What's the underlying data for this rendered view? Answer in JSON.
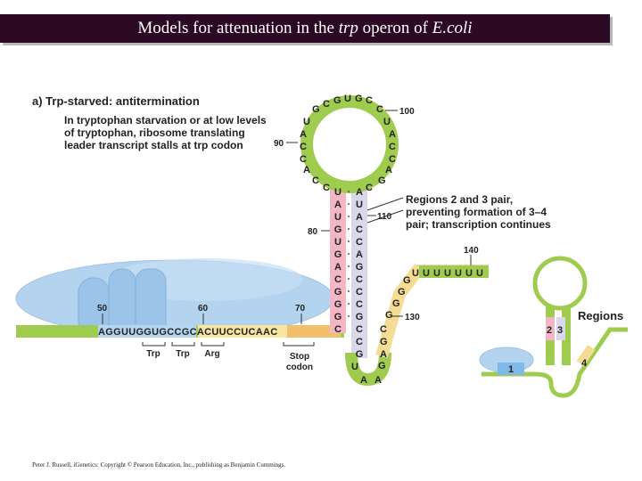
{
  "title": {
    "pre": "Models for attenuation in the",
    "trp": "trp",
    "mid": "operon of",
    "ecoli": "E.coli"
  },
  "panel": {
    "heading": "a) Trp-starved: antitermination",
    "description": [
      "In tryptophan starvation or at low levels",
      "of tryptophan, ribosome translating",
      "leader transcript stalls at trp codon"
    ],
    "callout": [
      "Regions 2 and 3 pair,",
      "preventing formation of 3–4",
      "pair; transcription continues"
    ],
    "regions_label": "Regions",
    "position_numbers": {
      "n50": "50",
      "n60": "60",
      "n70": "70",
      "n80": "80",
      "n90": "90",
      "n100": "100",
      "n110": "110",
      "n130": "130",
      "n140": "140"
    },
    "codon_labels": {
      "trp1": "Trp",
      "trp2": "Trp",
      "arg": "Arg",
      "stop": "Stop",
      "codon": "codon"
    },
    "region_numbers": {
      "r1": "1",
      "r2": "2",
      "r3": "3",
      "r4": "4"
    },
    "sequence": {
      "leader": "AGGUUGGUGCCGCACUUCCUCAAC",
      "loop_left": "UACCACG",
      "loop_top": "CGUGC",
      "loop_right": "CUACCAG",
      "stem2": "UAUGUGACGGG",
      "stem3": "AUACCAGCCCGC",
      "bottom_loop": "UAA",
      "rising": "GAGGG",
      "tail": "UUUUUUUU"
    }
  },
  "colors": {
    "title_bg": "#2c0a24",
    "ribosome": "#b3d3ee",
    "mrna_green": "#9fcc4e",
    "region2_pink": "#f2b6c4",
    "region3_lavender": "#d9d7ea",
    "region1_blue": "#7fb9e8",
    "region4_yellow": "#f4dc93"
  },
  "footer": "Peter J. Russell, iGenetics: Copyright © Pearson Education, Inc., publishing as Benjamin Cummings."
}
